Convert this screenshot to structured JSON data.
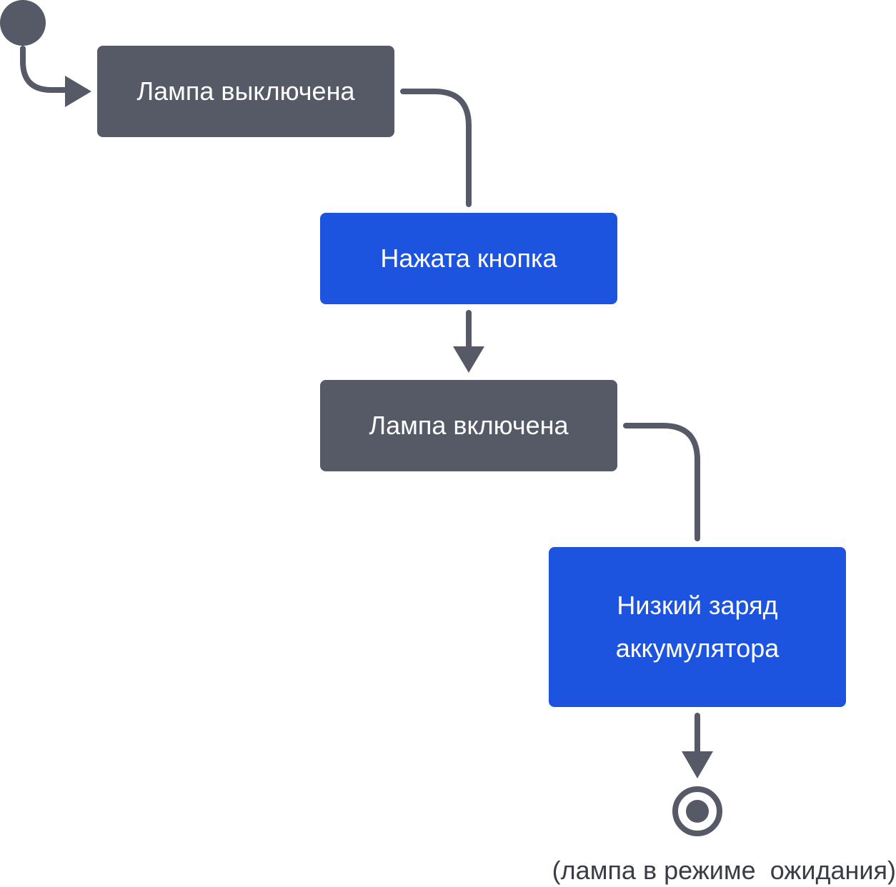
{
  "colors": {
    "state": "#565a66",
    "event": "#1c54df",
    "connector": "#565a66",
    "text_on_node": "#ffffff",
    "caption": "#3a3d45"
  },
  "diagram": {
    "nodes": [
      {
        "id": "lamp-off",
        "kind": "state",
        "label": "Лампа выключена"
      },
      {
        "id": "pressed",
        "kind": "event",
        "label": "Нажата кнопка"
      },
      {
        "id": "lamp-on",
        "kind": "state",
        "label": "Лампа включена"
      },
      {
        "id": "low-bat",
        "kind": "event",
        "label": "Низкий заряд\nаккумулятора"
      }
    ],
    "start_marker": "initial-state",
    "final_marker": "final-state",
    "final_caption": "(лампа в режиме  ожидания)"
  }
}
